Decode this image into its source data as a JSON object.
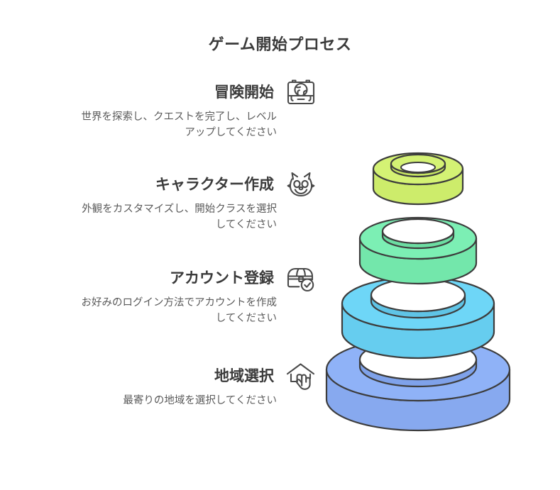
{
  "title": "ゲーム開始プロセス",
  "theme": {
    "background": "#ffffff",
    "title_color": "#3b3b3b",
    "heading_color": "#3b3b3b",
    "body_color": "#5a5a5a",
    "icon_stroke": "#4a4a4a",
    "ring_outline": "#3d3d3d"
  },
  "steps": [
    {
      "title": "冒険開始",
      "description": "世界を探索し、クエストを完了し、レベル\nアップしてください",
      "icon": "suitcase-globe-icon",
      "ring_color": "#d4f274",
      "ring_side_color": "#cdec6b"
    },
    {
      "title": "キャラクター作成",
      "description": "外観をカスタマイズし、開始クラスを選択\nしてください",
      "icon": "cat-face-icon",
      "ring_color": "#7cefb4",
      "ring_side_color": "#73e7ab"
    },
    {
      "title": "アカウント登録",
      "description": "お好みのログイン方法でアカウントを作成\nしてください",
      "icon": "treasure-chest-check-icon",
      "ring_color": "#6ed6f7",
      "ring_side_color": "#66cdef"
    },
    {
      "title": "地域選択",
      "description": "最寄りの地域を選択してください",
      "icon": "house-pointer-icon",
      "ring_color": "#8fb2f7",
      "ring_side_color": "#87a9ef"
    }
  ],
  "chart_data": {
    "type": "funnel",
    "title": "ゲーム開始プロセス",
    "orientation": "bottom-up",
    "note": "Stacked 3D torus pyramid; widest ring at bottom, narrowest at top.",
    "stages": [
      {
        "label": "地域選択",
        "level": 1,
        "relative_width": 1.0,
        "color": "#8fb2f7"
      },
      {
        "label": "アカウント登録",
        "level": 2,
        "relative_width": 0.82,
        "color": "#6ed6f7"
      },
      {
        "label": "キャラクター作成",
        "level": 3,
        "relative_width": 0.62,
        "color": "#7cefb4"
      },
      {
        "label": "冒険開始",
        "level": 4,
        "relative_width": 0.44,
        "color": "#d4f274"
      }
    ]
  }
}
